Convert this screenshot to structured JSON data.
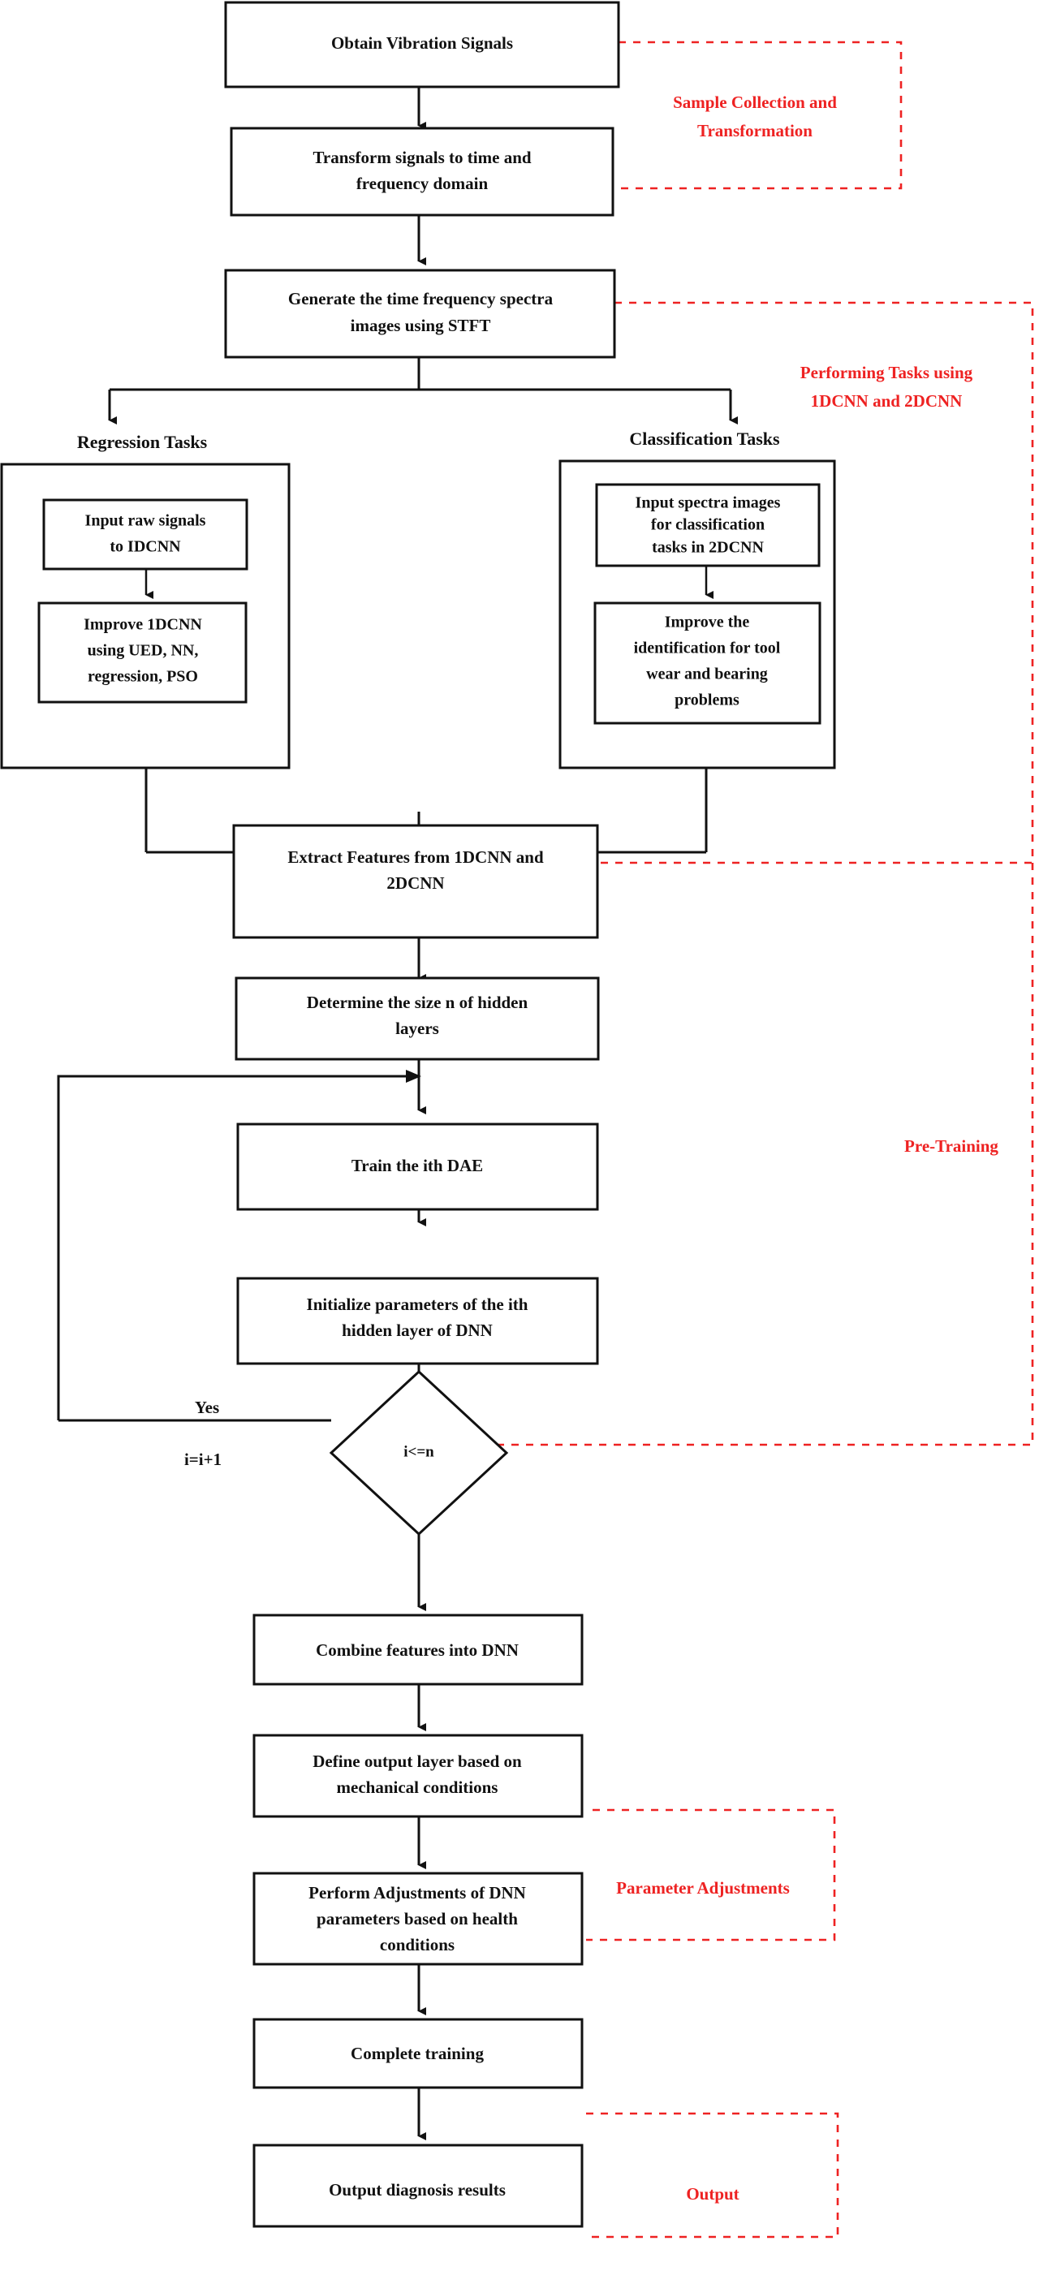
{
  "diagram": {
    "title": "Deep learning fault diagnosis flowchart",
    "colors": {
      "stroke": "#111111",
      "fill": "#ffffff",
      "annotation": "#ee2222",
      "background": "#ffffff"
    },
    "nodes": [
      {
        "id": "obtain-vibration-signals",
        "lines": [
          "Obtain Vibration Signals"
        ]
      },
      {
        "id": "transform-signals",
        "lines": [
          "Transform signals to time and",
          "frequency domain"
        ]
      },
      {
        "id": "generate-spectra",
        "lines": [
          "Generate the time frequency spectra",
          "images using STFT"
        ]
      },
      {
        "id": "input-raw-signals",
        "lines": [
          "Input raw signals",
          "to IDCNN"
        ]
      },
      {
        "id": "improve-1dcnn",
        "lines": [
          "Improve 1DCNN",
          "using UED, NN,",
          "regression, PSO"
        ]
      },
      {
        "id": "input-spectra-images",
        "lines": [
          "Input spectra images",
          "for classification",
          "tasks in 2DCNN"
        ]
      },
      {
        "id": "improve-identification",
        "lines": [
          "Improve the",
          "identification for tool",
          "wear and bearing",
          "problems"
        ]
      },
      {
        "id": "extract-features",
        "lines": [
          "Extract Features from 1DCNN and",
          "2DCNN"
        ]
      },
      {
        "id": "determine-size",
        "lines": [
          "Determine the size n of hidden",
          "layers"
        ]
      },
      {
        "id": "train-dae",
        "lines": [
          "Train the ith DAE"
        ]
      },
      {
        "id": "initialize-parameters",
        "lines": [
          "Initialize parameters of the ith",
          "hidden layer of DNN"
        ]
      },
      {
        "id": "combine-features",
        "lines": [
          "Combine features into DNN"
        ]
      },
      {
        "id": "define-output-layer",
        "lines": [
          "Define output layer based on",
          "mechanical conditions"
        ]
      },
      {
        "id": "perform-adjustments",
        "lines": [
          "Perform Adjustments of DNN",
          "parameters based on health",
          "conditions"
        ]
      },
      {
        "id": "complete-training",
        "lines": [
          "Complete training"
        ]
      },
      {
        "id": "output-diagnosis",
        "lines": [
          "Output diagnosis results"
        ]
      }
    ],
    "group_titles": {
      "regression": "Regression Tasks",
      "classification": "Classification Tasks"
    },
    "decision": {
      "id": "decision-i-le-n",
      "label": "i<=n",
      "yes_label": "Yes",
      "increment_label": "i=i+1"
    },
    "annotations": [
      {
        "id": "sample-collection",
        "lines": [
          "Sample Collection and",
          "Transformation"
        ]
      },
      {
        "id": "performing-tasks",
        "lines": [
          "Performing Tasks using",
          "1DCNN and 2DCNN"
        ]
      },
      {
        "id": "pre-training",
        "lines": [
          "Pre-Training"
        ]
      },
      {
        "id": "parameter-adjustments",
        "lines": [
          "Parameter Adjustments"
        ]
      },
      {
        "id": "output",
        "lines": [
          "Output"
        ]
      }
    ]
  }
}
